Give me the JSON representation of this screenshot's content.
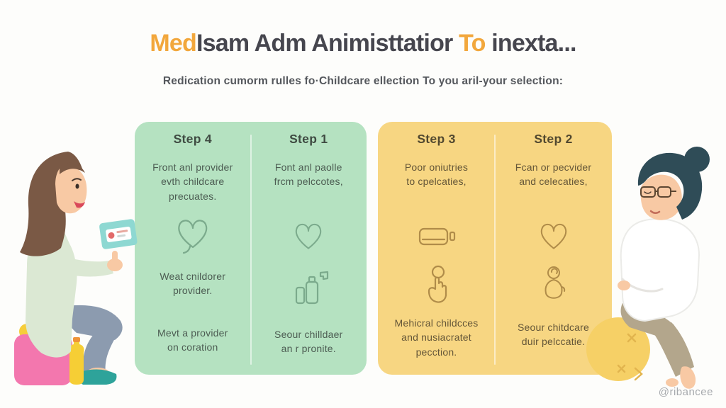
{
  "page": {
    "watermark": "@ribancee"
  },
  "title": {
    "part1": "Med",
    "part2": "Isam Adm Animisttatior",
    "part3": " To ",
    "part4": "inexta...",
    "accent_color": "#f2a73c",
    "text_color": "#46464e"
  },
  "subtitle": "Redication cumorm rulles fo·Childcare ellection To you aril-your selection:",
  "panel_colors": {
    "green": "#b5e2c1",
    "yellow": "#f7d682"
  },
  "steps": {
    "step4": {
      "title": "Step 4",
      "top": "Front anl provider\nevth childcare\nprecuates.",
      "mid": "Weat cnildorer\nprovider.",
      "bottom": "Mevt a provider\non coration",
      "icons": [
        "heart-tail-icon"
      ]
    },
    "step1": {
      "title": "Step 1",
      "top": "Font anl paolle\nfrcm pelccotes,",
      "bottom": "Seour chilldaer\nan r pronite.",
      "icons": [
        "heart-icon",
        "bottles-icon"
      ]
    },
    "step3": {
      "title": "Step 3",
      "top": "Poor oniutries\nto cpelcaties,",
      "bottom": "Mehicral childcces\nand nusiacratet\npecction.",
      "icons": [
        "pill-icon",
        "tap-icon"
      ]
    },
    "step2": {
      "title": "Step 2",
      "top": "Fcan or pecvider\nand celecaties,",
      "bottom": "Seour chitdcare\nduir pelccatie.",
      "icons": [
        "heart-icon",
        "person-icon"
      ]
    }
  },
  "icon_colors": {
    "green_panel": "#7baa8c",
    "yellow_panel": "#b08c49"
  }
}
